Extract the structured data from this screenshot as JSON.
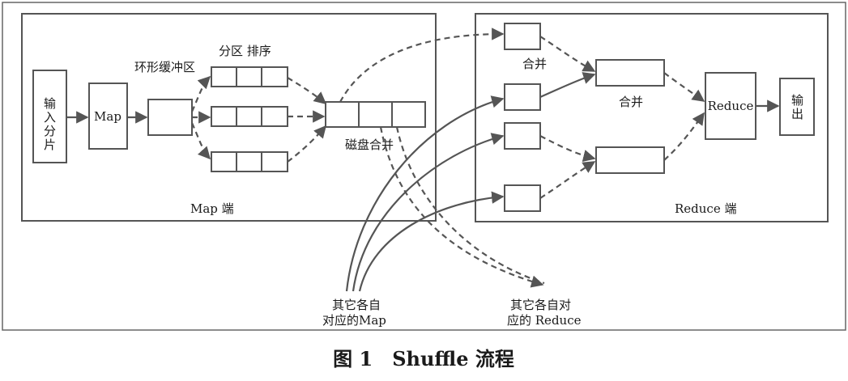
{
  "boxes": {
    "input_split": "输入分片",
    "map": "Map",
    "partition_sort": "分区 排序",
    "ring_buffer": "环形缓冲区",
    "disk_merge": "磁盘合并",
    "map_side": "Map 端",
    "merge_top": "合并",
    "merge_mid": "合并",
    "reduce": "Reduce",
    "output": "输出",
    "reduce_side": "Reduce 端"
  },
  "bottom": {
    "other_map_line1": "其它各自",
    "other_map_line2": "对应的Map",
    "other_reduce_line1": "其它各自对",
    "other_reduce_line2": "应的 Reduce"
  },
  "caption": "图 1　Shuffle 流程",
  "colors": {
    "stroke": "#555555",
    "text": "#1a1a1a"
  }
}
